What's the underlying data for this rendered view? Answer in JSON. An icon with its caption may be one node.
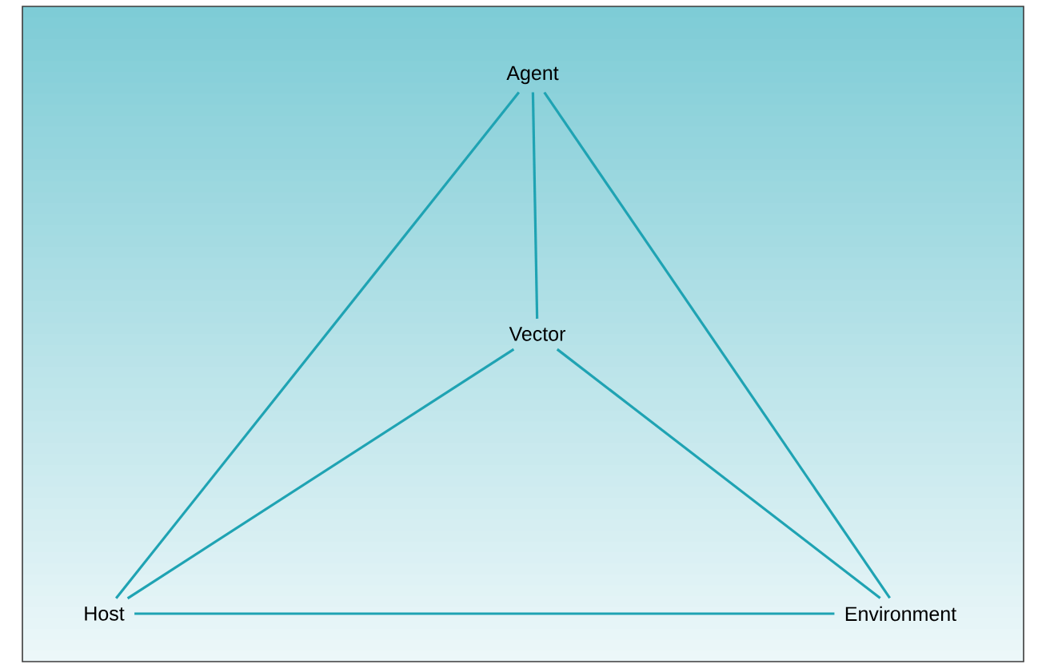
{
  "diagram": {
    "nodes": [
      {
        "text": [
          "Agent"
        ]
      },
      {
        "text": [
          "Vector"
        ]
      },
      {
        "text": [
          "Host"
        ]
      },
      {
        "text": [
          "Environment"
        ]
      }
    ],
    "edges": [
      {
        "from": 0,
        "to": 2,
        "arrow": "none"
      },
      {
        "from": 0,
        "to": 1,
        "arrow": "none"
      },
      {
        "from": 0,
        "to": 3,
        "arrow": "none"
      },
      {
        "from": 1,
        "to": 2,
        "arrow": "none"
      },
      {
        "from": 1,
        "to": 3,
        "arrow": "none"
      },
      {
        "from": 2,
        "to": 3,
        "arrow": "none"
      }
    ]
  }
}
